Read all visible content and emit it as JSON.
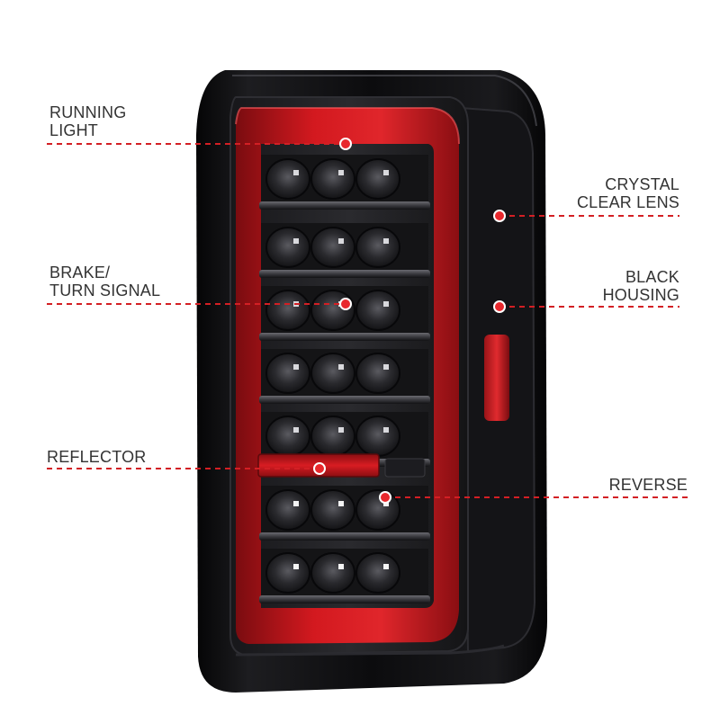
{
  "colors": {
    "background": "#ffffff",
    "label_text": "#333333",
    "callout_line": "#d31f24",
    "callout_dot": "#e8282d",
    "housing": "#0b0b0d",
    "red_light_bar": "#c8161b"
  },
  "callouts": {
    "running_light": {
      "line1": "RUNNING",
      "line2": "LIGHT"
    },
    "brake_turn": {
      "line1": "BRAKE/",
      "line2": "TURN SIGNAL"
    },
    "reflector": {
      "line1": "REFLECTOR"
    },
    "crystal_lens": {
      "line1": "CRYSTAL",
      "line2": "CLEAR LENS"
    },
    "black_housing": {
      "line1": "BLACK",
      "line2": "HOUSING"
    },
    "reverse": {
      "line1": "REVERSE"
    }
  },
  "product": {
    "name": "LED tail light"
  }
}
